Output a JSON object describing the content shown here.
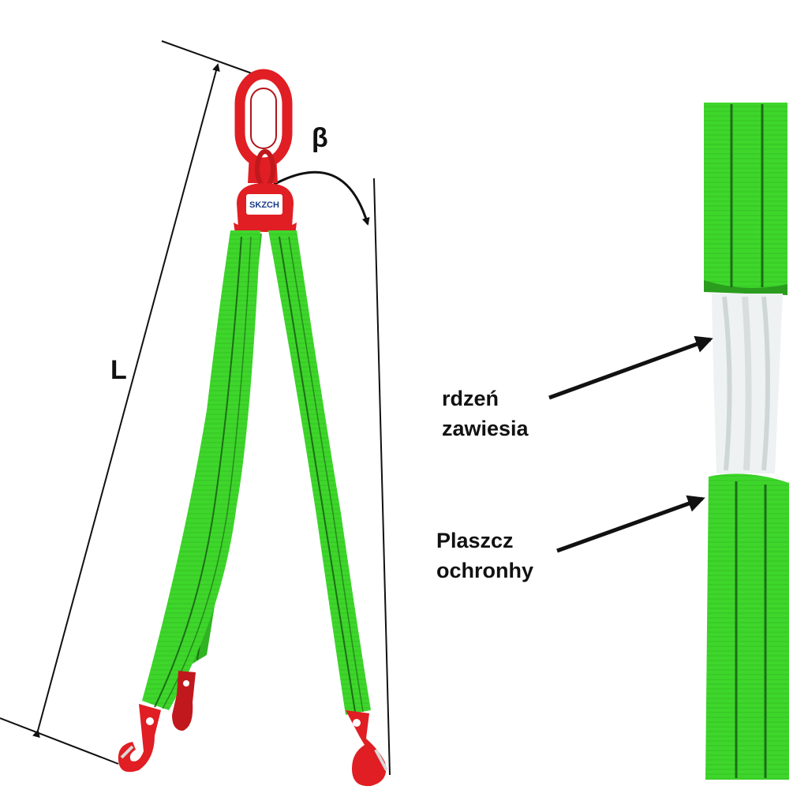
{
  "diagram": {
    "length_label": "L",
    "angle_label": "β",
    "core_callout": {
      "line1": "rdzeń",
      "line2": "zawiesia"
    },
    "cover_callout": {
      "line1": "Plaszcz",
      "line2": "ochronhy"
    },
    "brand_plate": "SKZCH",
    "colors": {
      "sling_green": "#3ed62b",
      "sling_stripe": "#1c6e16",
      "hardware_red": "#e01e23",
      "core_white": "#eef2f2",
      "line": "#111111"
    },
    "icons": [
      "master-link-icon",
      "hook-icon",
      "arrow-icon"
    ]
  }
}
